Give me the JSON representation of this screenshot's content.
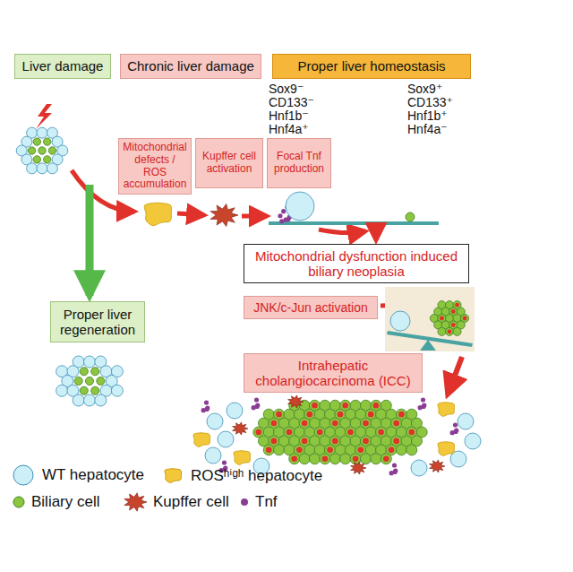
{
  "diagram": {
    "nodes": [
      {
        "text": [
          "Liver damage"
        ]
      },
      {
        "text": [
          "Chronic liver damage"
        ]
      },
      {
        "text": [
          "Proper liver homeostasis"
        ]
      },
      {
        "text": [
          "Mitochondrial defects / ROS accumulation"
        ]
      },
      {
        "text": [
          "Kupffer cell activation"
        ]
      },
      {
        "text": [
          "Focal Tnf production"
        ]
      },
      {
        "text": [
          "Proper liver regeneration"
        ]
      },
      {
        "text": [
          "Mitochondrial dysfunction induced biliary neoplasia"
        ]
      },
      {
        "text": [
          "JNK/c-Jun activation"
        ]
      },
      {
        "text": [
          "Intrahepatic cholangiocarcinoma (ICC)"
        ]
      }
    ],
    "labels": [
      "Sox9⁻",
      "CD133⁻",
      "Hnf1b⁻",
      "Hnf4a⁺",
      "Sox9⁺",
      "CD133⁺",
      "Hnf1b⁺",
      "Hnf4a⁻"
    ],
    "legend": [
      {
        "text": "WT hepatocyte",
        "color": "#cdeff7"
      },
      {
        "text": "ROSʰⁱᵍʰ hepatocyte",
        "color": "#f2c83a"
      },
      {
        "text": "Biliary cell",
        "color": "#8cc63f"
      },
      {
        "text": "Kupffer cell",
        "color": "#c8442b"
      },
      {
        "text": "Tnf",
        "color": "#8b3d94"
      }
    ]
  }
}
